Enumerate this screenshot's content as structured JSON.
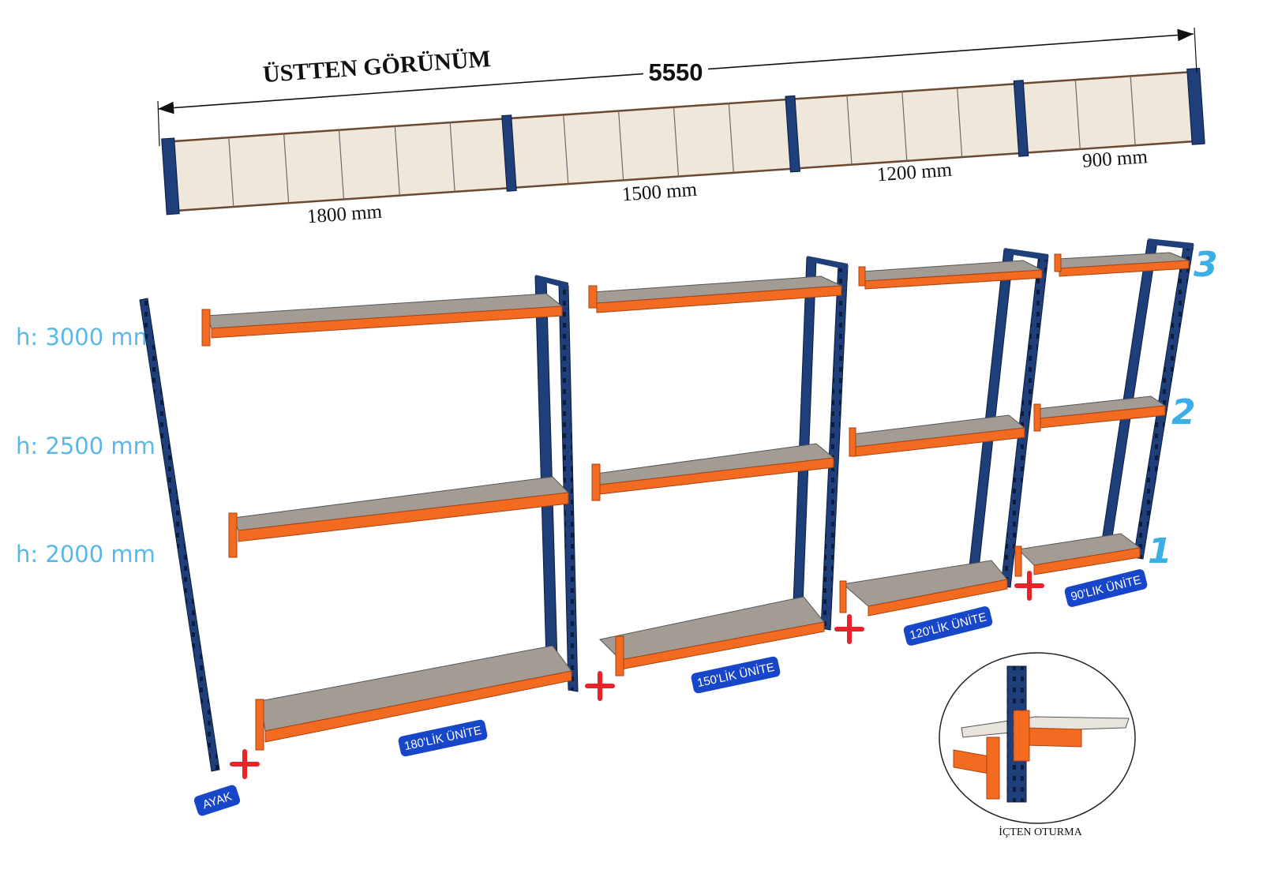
{
  "top_view": {
    "title": "ÜSTTEN GÖRÜNÜM",
    "total_length": "5550",
    "segments": [
      "1800 mm",
      "1500 mm",
      "1200 mm",
      "900 mm"
    ]
  },
  "heights": [
    "h: 3000 mm",
    "h: 2500 mm",
    "h: 2000 mm"
  ],
  "level_numbers": [
    "3",
    "2",
    "1"
  ],
  "units": [
    "AYAK",
    "180'LİK ÜNİTE",
    "150'LİK ÜNİTE",
    "120'LİK ÜNİTE",
    "90'LIK ÜNİTE"
  ],
  "detail_caption": "İÇTEN OTURMA",
  "colors": {
    "upright": "#1f3f7a",
    "beam": "#f26b21",
    "deck": "#a39c94",
    "label": "#5bb8e6",
    "badge": "#1846c8",
    "plus": "#e8232a"
  }
}
